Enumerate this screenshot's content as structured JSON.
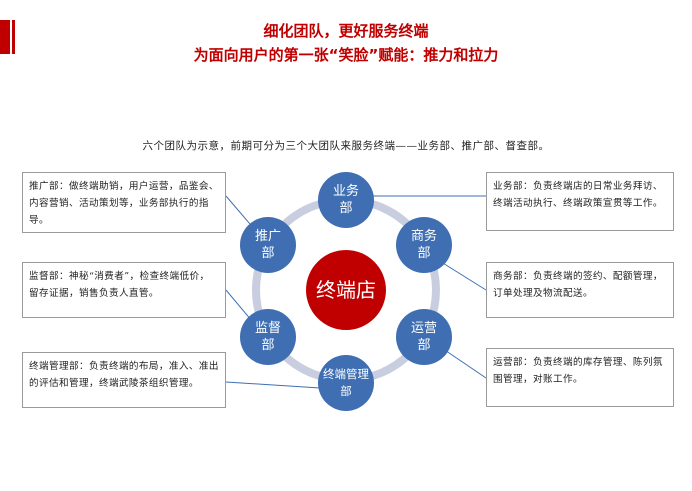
{
  "header": {
    "title_line1": "细化团队，更好服务终端",
    "title_line2": "为面向用户的第一张“笑脸”赋能：推力和拉力"
  },
  "intro": "六个团队为示意，前期可分为三个大团队来服务终端——业务部、推广部、督查部。",
  "colors": {
    "accent": "#c00000",
    "node_blue": "#3f6fb2",
    "center_red": "#c00000",
    "ring": "#c9cde0"
  },
  "center": {
    "label": "终端店"
  },
  "nodes": {
    "yewu": "业务部",
    "shangwu": "商务部",
    "yunying": "运营部",
    "zhongduan": "终端管理部",
    "jiandu": "监督部",
    "tuiguang": "推广部"
  },
  "boxes": {
    "tuiguang": "推广部：做终端助销，用户运营，品鉴会、内容营销、活动策划等，业务部执行的指导。",
    "jiandu": "监督部：神秘“消费者”，检查终端低价，留存证据，销售负责人直管。",
    "zhongduan": "终端管理部：负责终端的布局，准入、准出的评估和管理，终端武陵茶组织管理。",
    "yewu": "业务部：负责终端店的日常业务拜访、终端活动执行、终端政策宣贯等工作。",
    "shangwu": "商务部：负责终端的签约、配额管理，订单处理及物流配送。",
    "yunying": "运营部：负责终端的库存管理、陈列氛围管理，对账工作。"
  }
}
